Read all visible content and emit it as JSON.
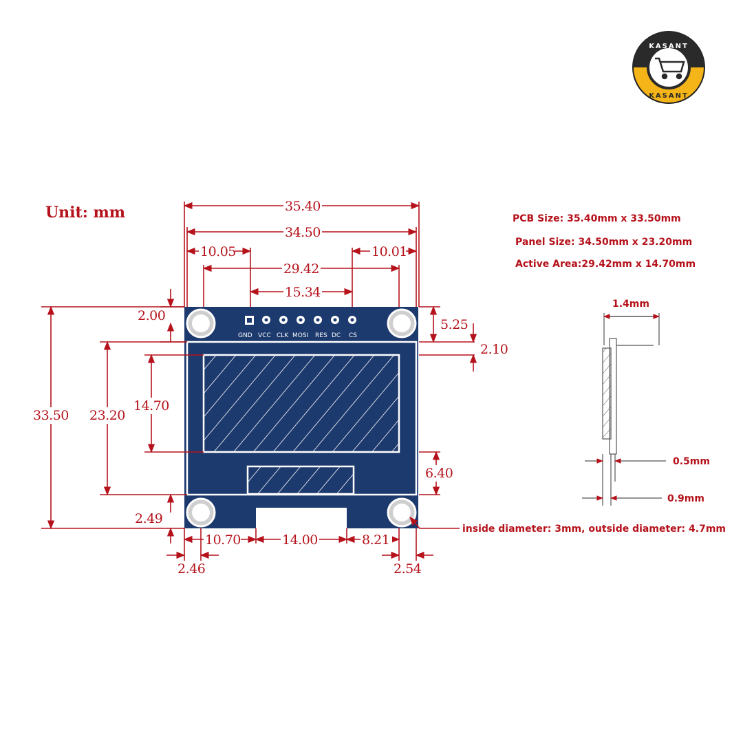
{
  "unit_label": "Unit:  mm",
  "specs": {
    "pcb_size": "PCB Size: 35.40mm x 33.50mm",
    "panel_size": "Panel Size: 34.50mm x 23.20mm",
    "active_area": "Active Area:29.42mm x 14.70mm"
  },
  "dimensions": {
    "pcb_width": "35.40",
    "panel_width": "34.50",
    "left_offset": "10.05",
    "right_offset": "10.01",
    "active_width": "29.42",
    "pin_span": "15.34",
    "top_margin": "2.00",
    "right_top": "5.25",
    "right_gap": "2.10",
    "pcb_height": "33.50",
    "panel_height": "23.20",
    "active_height": "14.70",
    "bottom_right": "6.40",
    "bottom_left": "2.49",
    "bottom_left_w": "10.70",
    "connector_w": "14.00",
    "bottom_right_w": "8.21",
    "hole_left": "2.46",
    "hole_right": "2.54"
  },
  "pins": [
    "GND",
    "VCC",
    "CLK",
    "MOSI",
    "RES",
    "DC",
    "CS"
  ],
  "hole_note": "inside diameter: 3mm, outside diameter: 4.7mm",
  "side_view": {
    "thickness_total": "1.4mm",
    "thickness_a": "0.5mm",
    "thickness_b": "0.9mm"
  },
  "logo": {
    "top_text": "KASANT",
    "bottom_text": "KASANT"
  },
  "colors": {
    "dimension_red": "#b5121b",
    "pcb_blue": "#1d3a6e",
    "logo_yellow": "#f5b417"
  }
}
